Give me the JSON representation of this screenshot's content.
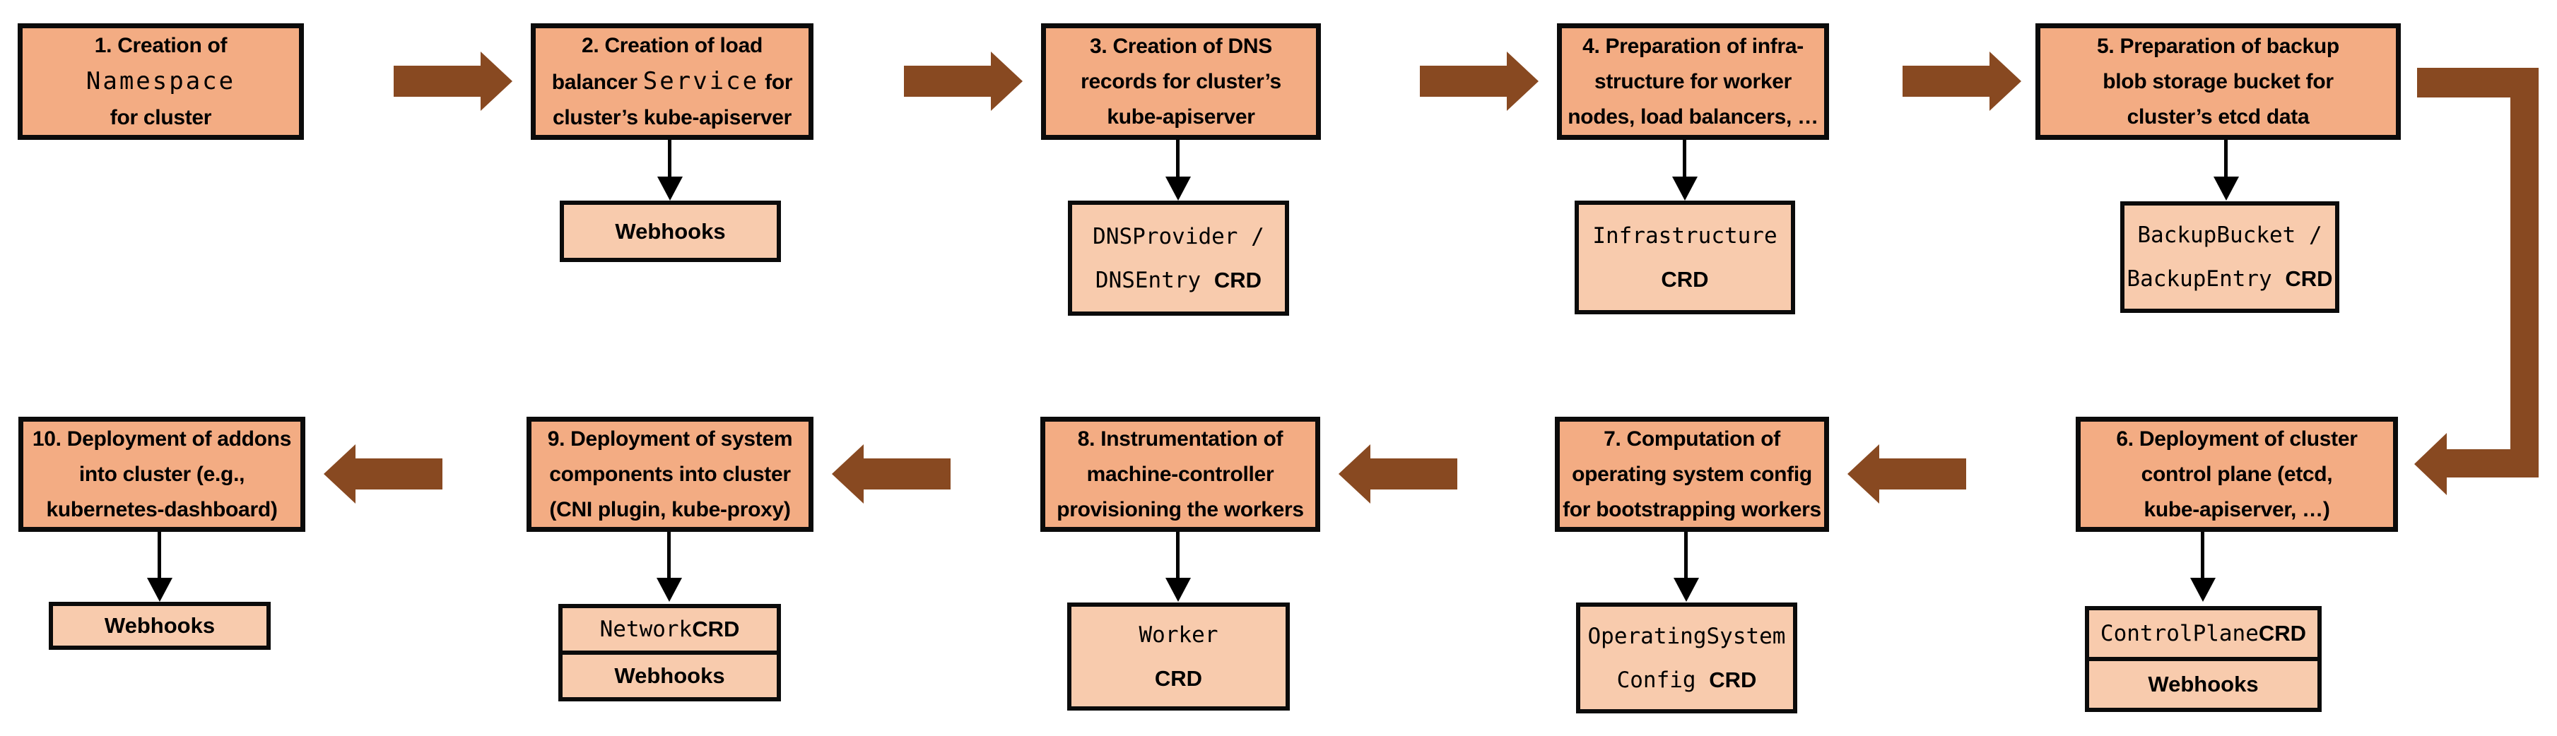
{
  "colors": {
    "step_fill": "#F3AC83",
    "crd_fill": "#F8CBAD",
    "arrow_brown": "#884921",
    "border_black": "#0B0B0B",
    "connector_black": "#000000"
  },
  "steps": [
    {
      "id": "step-1",
      "title": [
        {
          "t": "1. Creation of\n"
        },
        {
          "t": "Namespace",
          "mono": true
        },
        {
          "t": "\nfor cluster"
        }
      ],
      "children": []
    },
    {
      "id": "step-2",
      "title": [
        {
          "t": "2. Creation of load\nbalancer "
        },
        {
          "t": "Service",
          "mono": true
        },
        {
          "t": " for\ncluster’s kube-apiserver"
        }
      ],
      "children": [
        [
          {
            "t": "Webhooks",
            "bold": true
          }
        ]
      ]
    },
    {
      "id": "step-3",
      "title": [
        {
          "t": "3. Creation of DNS\nrecords for cluster’s\nkube-apiserver"
        }
      ],
      "children": [
        [
          {
            "t": "DNSProvider /\nDNSEntry ",
            "mono": true
          },
          {
            "t": "CRD",
            "bold": true
          }
        ]
      ]
    },
    {
      "id": "step-4",
      "title": [
        {
          "t": "4. Preparation of infra-\nstructure for worker\nnodes, load balancers, …"
        }
      ],
      "children": [
        [
          {
            "t": "Infrastructure",
            "mono": true
          },
          {
            "t": "\n"
          },
          {
            "t": "CRD",
            "bold": true
          }
        ]
      ]
    },
    {
      "id": "step-5",
      "title": [
        {
          "t": "5. Preparation of backup\nblob storage bucket for\ncluster’s etcd data"
        }
      ],
      "children": [
        [
          {
            "t": "BackupBucket /\nBackupEntry ",
            "mono": true
          },
          {
            "t": "CRD",
            "bold": true
          }
        ]
      ]
    },
    {
      "id": "step-6",
      "title": [
        {
          "t": "6. Deployment of cluster\ncontrol plane (etcd,\nkube-apiserver, …)"
        }
      ],
      "children": [
        [
          {
            "t": "ControlPlane ",
            "mono": true
          },
          {
            "t": "CRD",
            "bold": true
          }
        ],
        [
          {
            "t": "Webhooks",
            "bold": true
          }
        ]
      ]
    },
    {
      "id": "step-7",
      "title": [
        {
          "t": "7. Computation of\noperating system config\nfor bootstrapping workers"
        }
      ],
      "children": [
        [
          {
            "t": "OperatingSystem\nConfig ",
            "mono": true
          },
          {
            "t": "CRD",
            "bold": true
          }
        ]
      ]
    },
    {
      "id": "step-8",
      "title": [
        {
          "t": "8. Instrumentation of\nmachine-controller\nprovisioning the workers"
        }
      ],
      "children": [
        [
          {
            "t": "Worker",
            "mono": true
          },
          {
            "t": "\n"
          },
          {
            "t": "CRD",
            "bold": true
          }
        ]
      ]
    },
    {
      "id": "step-9",
      "title": [
        {
          "t": "9. Deployment of system\ncomponents into cluster\n(CNI plugin, kube-proxy)"
        }
      ],
      "children": [
        [
          {
            "t": "Network ",
            "mono": true
          },
          {
            "t": "CRD",
            "bold": true
          }
        ],
        [
          {
            "t": "Webhooks",
            "bold": true
          }
        ]
      ]
    },
    {
      "id": "step-10",
      "title": [
        {
          "t": "10. Deployment of addons\ninto cluster (e.g.,\nkubernetes-dashboard)"
        }
      ],
      "children": [
        [
          {
            "t": "Webhooks",
            "bold": true
          }
        ]
      ]
    }
  ],
  "flows": [
    {
      "from": "step-1",
      "to": "step-2",
      "style": "block-arrow-right"
    },
    {
      "from": "step-2",
      "to": "step-3",
      "style": "block-arrow-right"
    },
    {
      "from": "step-3",
      "to": "step-4",
      "style": "block-arrow-right"
    },
    {
      "from": "step-4",
      "to": "step-5",
      "style": "block-arrow-right"
    },
    {
      "from": "step-5",
      "to": "step-6",
      "style": "elbow-right-down-left"
    },
    {
      "from": "step-6",
      "to": "step-7",
      "style": "block-arrow-left"
    },
    {
      "from": "step-7",
      "to": "step-8",
      "style": "block-arrow-left"
    },
    {
      "from": "step-8",
      "to": "step-9",
      "style": "block-arrow-left"
    },
    {
      "from": "step-9",
      "to": "step-10",
      "style": "block-arrow-left"
    }
  ]
}
